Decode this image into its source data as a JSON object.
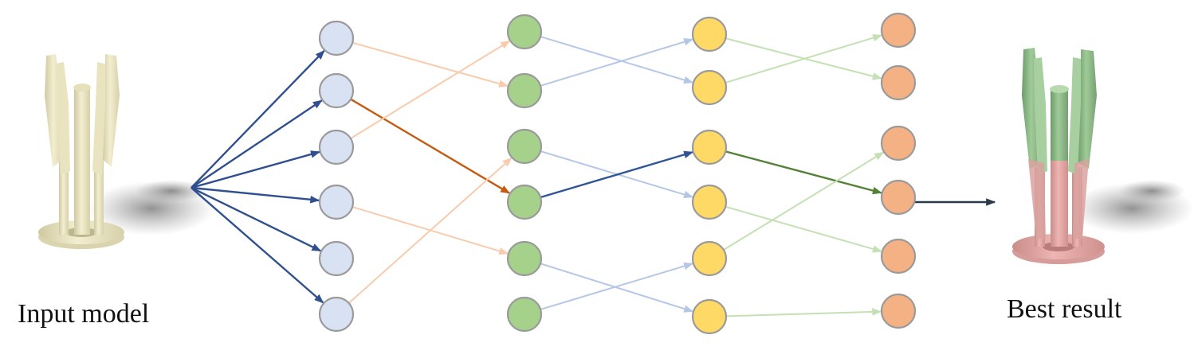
{
  "labels": {
    "input": "Input model",
    "output": "Best result"
  },
  "colors": {
    "background": "#ffffff",
    "node_stroke": "#9a9a9a",
    "columns": [
      "#d9e2f3",
      "#a6d18a",
      "#ffd966",
      "#f4b183"
    ],
    "edges": [
      "#f8cbad",
      "#b4c7e7",
      "#c5e0b4"
    ],
    "root_edges": "#2f4f8f",
    "best_path": [
      "#c55a11",
      "#2f5597",
      "#538135"
    ],
    "output_arrow": "#2b3a4a",
    "input_model_tint": "#efe9c4",
    "output_model_top": "#8fbf8a",
    "output_model_bottom": "#e4a6a3",
    "shadow": "#7a7a7a"
  },
  "icons": {
    "input": "3d-printed-model-icon",
    "output": "segmented-3d-model-icon"
  },
  "network": {
    "columns": 4,
    "nodes_per_column": 6,
    "edges": [
      {
        "from": [
          0,
          0
        ],
        "to": [
          1,
          1
        ],
        "path": false
      },
      {
        "from": [
          0,
          1
        ],
        "to": [
          1,
          3
        ],
        "path": true
      },
      {
        "from": [
          0,
          2
        ],
        "to": [
          1,
          0
        ],
        "path": false
      },
      {
        "from": [
          0,
          3
        ],
        "to": [
          1,
          4
        ],
        "path": false
      },
      {
        "from": [
          0,
          5
        ],
        "to": [
          1,
          2
        ],
        "path": false
      },
      {
        "from": [
          1,
          0
        ],
        "to": [
          2,
          1
        ],
        "path": false
      },
      {
        "from": [
          1,
          1
        ],
        "to": [
          2,
          0
        ],
        "path": false
      },
      {
        "from": [
          1,
          2
        ],
        "to": [
          2,
          3
        ],
        "path": false
      },
      {
        "from": [
          1,
          3
        ],
        "to": [
          2,
          2
        ],
        "path": true
      },
      {
        "from": [
          1,
          4
        ],
        "to": [
          2,
          5
        ],
        "path": false
      },
      {
        "from": [
          1,
          5
        ],
        "to": [
          2,
          4
        ],
        "path": false
      },
      {
        "from": [
          2,
          0
        ],
        "to": [
          3,
          1
        ],
        "path": false
      },
      {
        "from": [
          2,
          1
        ],
        "to": [
          3,
          0
        ],
        "path": false
      },
      {
        "from": [
          2,
          2
        ],
        "to": [
          3,
          3
        ],
        "path": true
      },
      {
        "from": [
          2,
          3
        ],
        "to": [
          3,
          4
        ],
        "path": false
      },
      {
        "from": [
          2,
          4
        ],
        "to": [
          3,
          2
        ],
        "path": false
      },
      {
        "from": [
          2,
          5
        ],
        "to": [
          3,
          5
        ],
        "path": false
      }
    ],
    "best_node": [
      3,
      3
    ]
  }
}
